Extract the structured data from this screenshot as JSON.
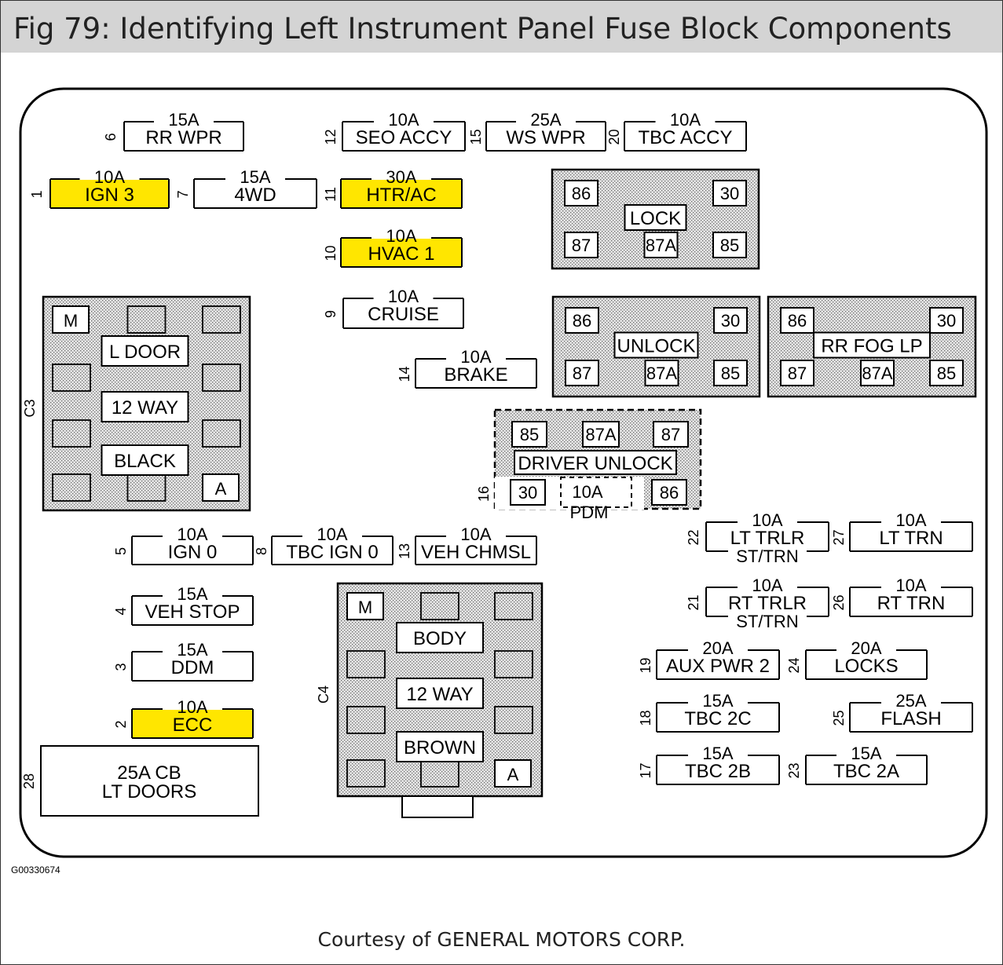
{
  "title": "Fig 79: Identifying Left Instrument Panel Fuse Block Components",
  "credit": "Courtesy of GENERAL MOTORS CORP.",
  "figure_id": "G00330674",
  "highlight_color": "#ffe600",
  "relay_fill": "#cfcfcf",
  "fuses": [
    {
      "num": "6",
      "amp": "15A",
      "name": "RR WPR",
      "highlight": false
    },
    {
      "num": "12",
      "amp": "10A",
      "name": "SEO ACCY",
      "highlight": false
    },
    {
      "num": "15",
      "amp": "25A",
      "name": "WS WPR",
      "highlight": false
    },
    {
      "num": "20",
      "amp": "10A",
      "name": "TBC ACCY",
      "highlight": false
    },
    {
      "num": "1",
      "amp": "10A",
      "name": "IGN 3",
      "highlight": true
    },
    {
      "num": "7",
      "amp": "15A",
      "name": "4WD",
      "highlight": false
    },
    {
      "num": "11",
      "amp": "30A",
      "name": "HTR/AC",
      "highlight": true
    },
    {
      "num": "10",
      "amp": "10A",
      "name": "HVAC 1",
      "highlight": true
    },
    {
      "num": "9",
      "amp": "10A",
      "name": "CRUISE",
      "highlight": false
    },
    {
      "num": "14",
      "amp": "10A",
      "name": "BRAKE",
      "highlight": false
    },
    {
      "num": "5",
      "amp": "10A",
      "name": "IGN 0",
      "highlight": false
    },
    {
      "num": "8",
      "amp": "10A",
      "name": "TBC IGN 0",
      "highlight": false
    },
    {
      "num": "13",
      "amp": "10A",
      "name": "VEH CHMSL",
      "highlight": false
    },
    {
      "num": "4",
      "amp": "15A",
      "name": "VEH STOP",
      "highlight": false
    },
    {
      "num": "3",
      "amp": "15A",
      "name": "DDM",
      "highlight": false
    },
    {
      "num": "2",
      "amp": "10A",
      "name": "ECC",
      "highlight": true
    },
    {
      "num": "22",
      "amp": "10A",
      "name": "LT TRLR",
      "sub": "ST/TRN",
      "highlight": false
    },
    {
      "num": "27",
      "amp": "10A",
      "name": "LT TRN",
      "highlight": false
    },
    {
      "num": "21",
      "amp": "10A",
      "name": "RT TRLR",
      "sub": "ST/TRN",
      "highlight": false
    },
    {
      "num": "26",
      "amp": "10A",
      "name": "RT TRN",
      "highlight": false
    },
    {
      "num": "19",
      "amp": "20A",
      "name": "AUX PWR 2",
      "highlight": false
    },
    {
      "num": "24",
      "amp": "20A",
      "name": "LOCKS",
      "highlight": false
    },
    {
      "num": "18",
      "amp": "15A",
      "name": "TBC 2C",
      "highlight": false
    },
    {
      "num": "25",
      "amp": "25A",
      "name": "FLASH",
      "highlight": false
    },
    {
      "num": "17",
      "amp": "15A",
      "name": "TBC 2B",
      "highlight": false
    },
    {
      "num": "23",
      "amp": "15A",
      "name": "TBC 2A",
      "highlight": false
    }
  ],
  "relays": [
    {
      "name": "LOCK",
      "pins": [
        "86",
        "30",
        "87",
        "87A",
        "85"
      ]
    },
    {
      "name": "UNLOCK",
      "pins": [
        "86",
        "30",
        "87",
        "87A",
        "85"
      ]
    },
    {
      "name": "RR FOG LP",
      "pins": [
        "86",
        "30",
        "87",
        "87A",
        "85"
      ]
    },
    {
      "name": "DRIVER UNLOCK",
      "pins": [
        "85",
        "87A",
        "87",
        "30",
        "86"
      ],
      "num": "16",
      "inner_amp": "10A",
      "inner_name": "PDM"
    }
  ],
  "connectors": [
    {
      "num": "C3",
      "labels": [
        "L DOOR",
        "12 WAY",
        "BLACK"
      ],
      "pin_top": "M",
      "pin_bottom": "A"
    },
    {
      "num": "C4",
      "labels": [
        "BODY",
        "12 WAY",
        "BROWN"
      ],
      "pin_top": "M",
      "pin_bottom": "A"
    }
  ],
  "breaker": {
    "num": "28",
    "line1": "25A CB",
    "line2": "LT DOORS"
  }
}
